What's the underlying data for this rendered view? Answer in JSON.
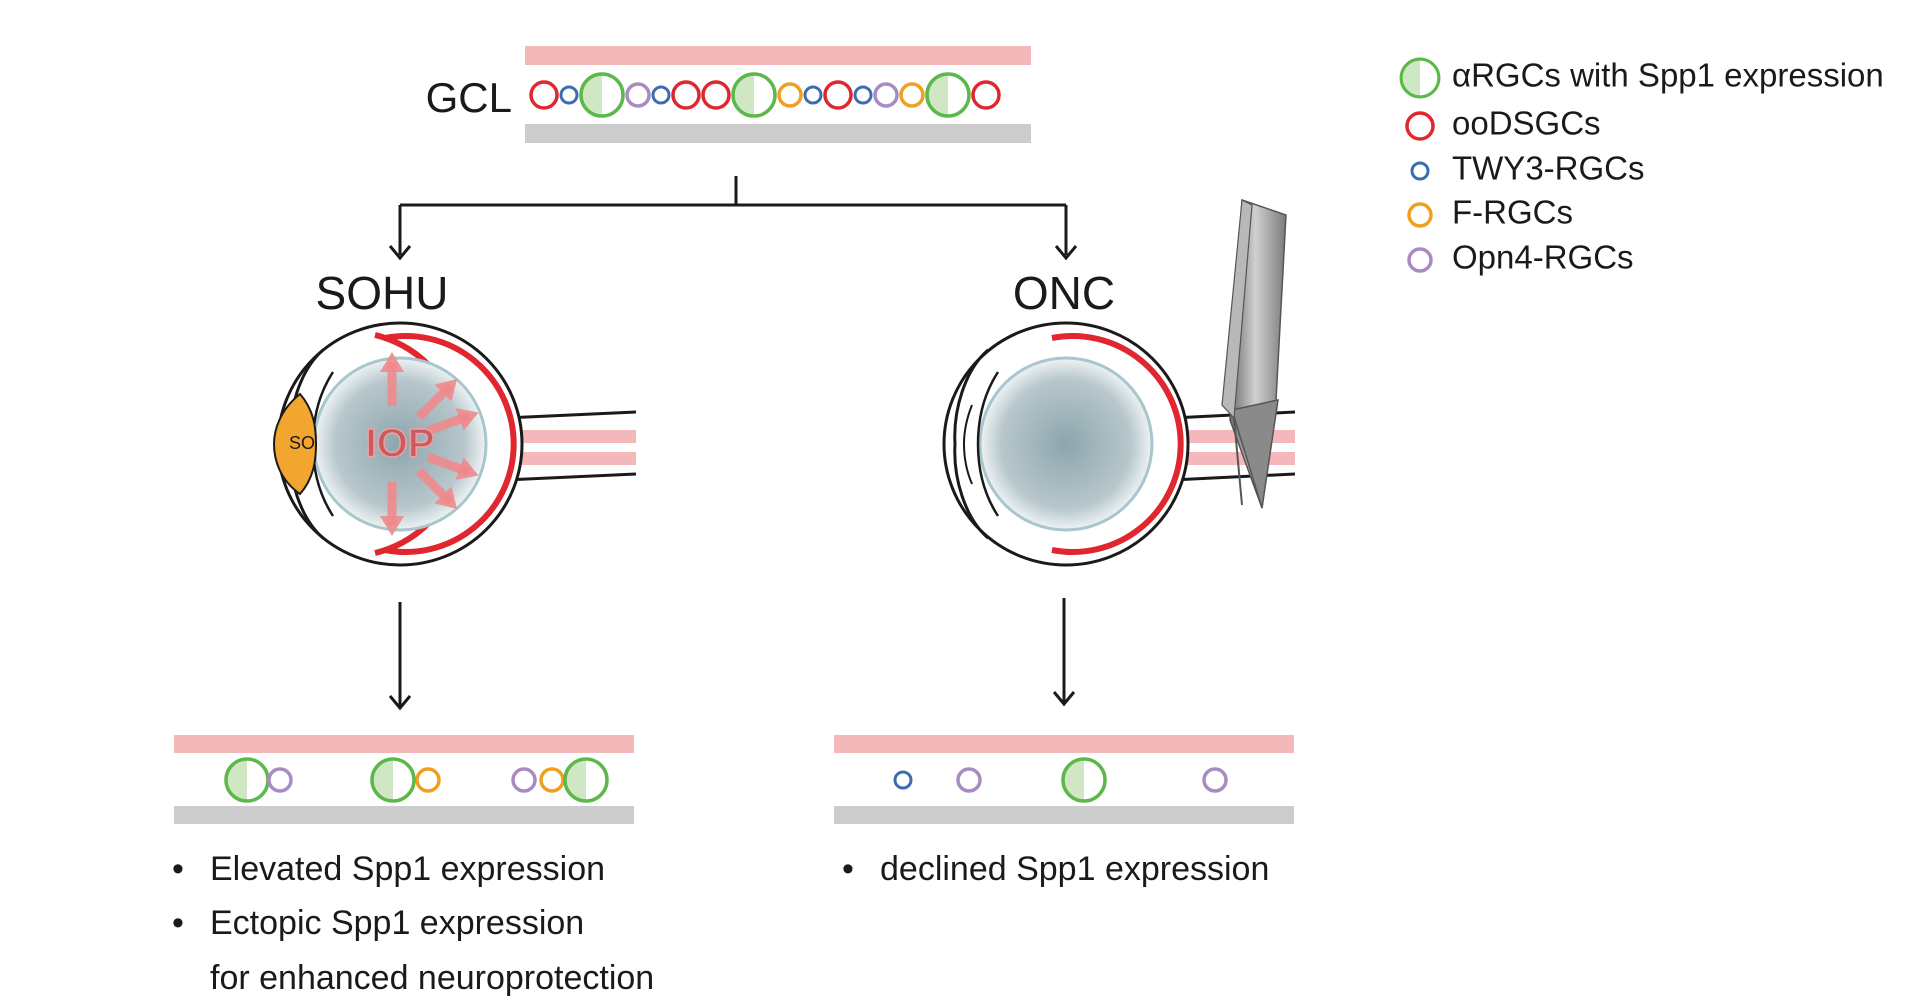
{
  "gcl_label": "GCL",
  "left_model": "SOHU",
  "right_model": "ONC",
  "so_label": "SO",
  "iop_label": "IOP",
  "legend": [
    {
      "label": "αRGCs with Spp1 expression",
      "type": "alpha"
    },
    {
      "label": "ooDSGCs",
      "type": "oods"
    },
    {
      "label": "TWY3-RGCs",
      "type": "twy3"
    },
    {
      "label": "F-RGCs",
      "type": "frgc"
    },
    {
      "label": "Opn4-RGCs",
      "type": "opn4"
    }
  ],
  "gcl_cells": [
    "oods",
    "twy3",
    "alpha",
    "opn4",
    "twy3",
    "oods",
    "oods",
    "alpha",
    "frgc",
    "twy3",
    "oods",
    "twy3",
    "opn4",
    "frgc",
    "alpha",
    "oods"
  ],
  "sohu_cells": [
    "alpha",
    "opn4",
    "alpha",
    "frgc",
    "opn4",
    "frgc",
    "alpha"
  ],
  "onc_cells": [
    "twy3",
    "opn4",
    "alpha",
    "opn4"
  ],
  "sohu_outcomes": [
    "Elevated Spp1 expression",
    "Ectopic Spp1 expression"
  ],
  "sohu_outcome_cont": "for enhanced neuroprotection",
  "onc_outcomes": [
    "declined Spp1 expression"
  ],
  "bullet_char": "•",
  "colors": {
    "membrane_top": "#f4b8ba",
    "membrane_bottom": "#cccccc",
    "alpha": "#5cb84a",
    "alpha_fill": "#cfe7c3",
    "oods": "#e0262e",
    "twy3": "#3b6db0",
    "frgc": "#f0a020",
    "opn4": "#a98bc4",
    "retina": "#e0262e",
    "arrow": "#f08a8c",
    "iop_text": "#d9666a",
    "so_fill": "#f2a630",
    "vitreous": "#8fa8b0",
    "forceps": "#9a9a9a"
  }
}
